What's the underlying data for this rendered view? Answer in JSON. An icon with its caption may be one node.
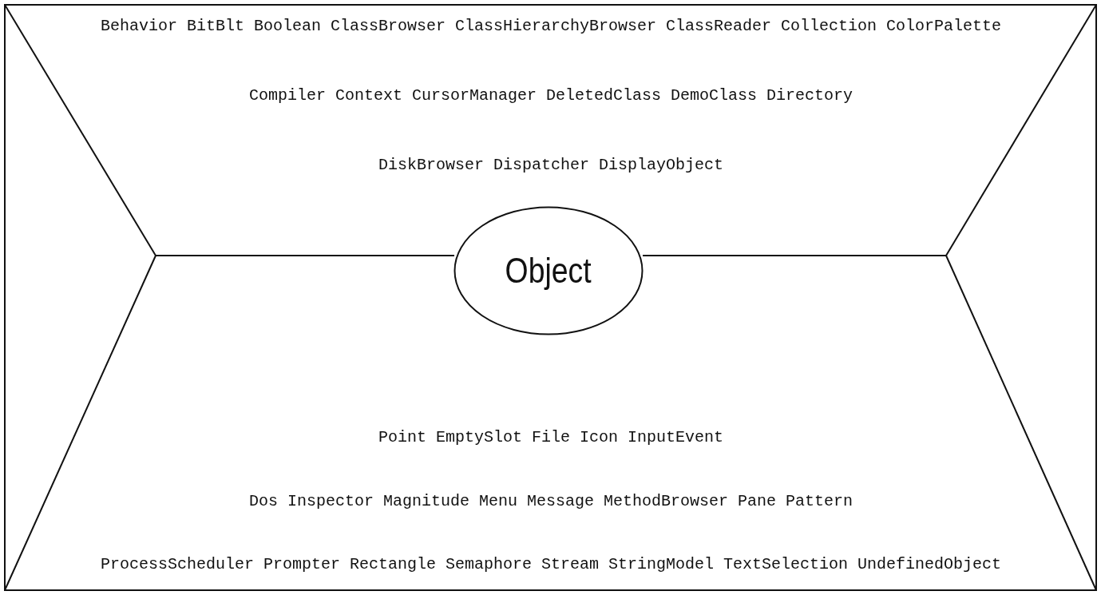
{
  "diagram": {
    "nodes": [
      {
        "text": [
          "Behavior BitBlt Boolean ClassBrowser ClassHierarchyBrowser ClassReader Collection ColorPalette",
          "Compiler Context CursorManager DeletedClass DemoClass Directory",
          "DiskBrowser Dispatcher DisplayObject"
        ]
      },
      {
        "text": [
          "Object"
        ]
      },
      {
        "text": [
          "Point EmptySlot File Icon InputEvent",
          "Dos Inspector Magnitude Menu Message MethodBrowser Pane Pattern",
          "ProcessScheduler Prompter Rectangle Semaphore Stream StringModel TextSelection UndefinedObject"
        ]
      }
    ]
  }
}
